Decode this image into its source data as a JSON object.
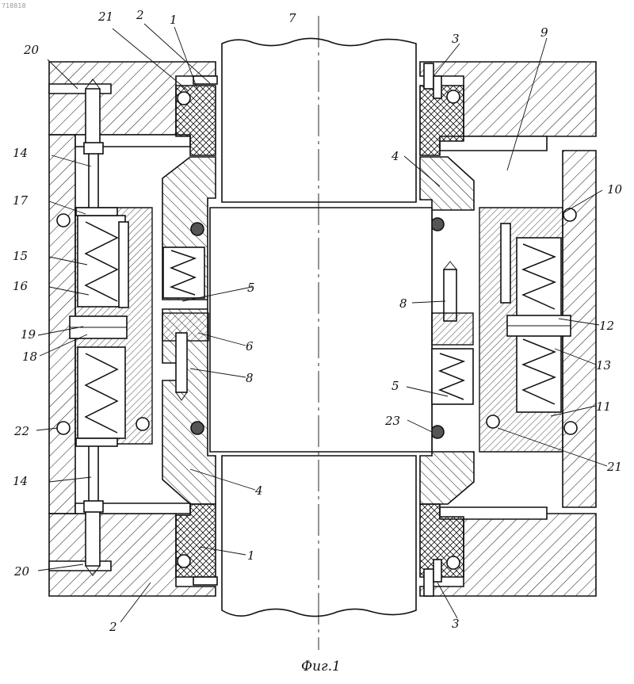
{
  "caption": "Фиг.1",
  "corner_stamp": "718818",
  "labels": {
    "l21_top": "21",
    "l2_top": "2",
    "l1_top": "1",
    "l7": "7",
    "l3_top": "3",
    "l9": "9",
    "l20_top": "20",
    "l14_top": "14",
    "l4_right": "4",
    "l10": "10",
    "l17": "17",
    "l15": "15",
    "l5_left": "5",
    "l16": "16",
    "l8_right": "8",
    "l19": "19",
    "l12": "12",
    "l6": "6",
    "l18": "18",
    "l13": "13",
    "l8_left": "8",
    "l5_right": "5",
    "l11": "11",
    "l22": "22",
    "l23": "23",
    "l21_right": "21",
    "l14_bottom": "14",
    "l4_left": "4",
    "l1_bottom": "1",
    "l20_bottom": "20",
    "l2_bottom": "2",
    "l3_bottom": "3"
  }
}
